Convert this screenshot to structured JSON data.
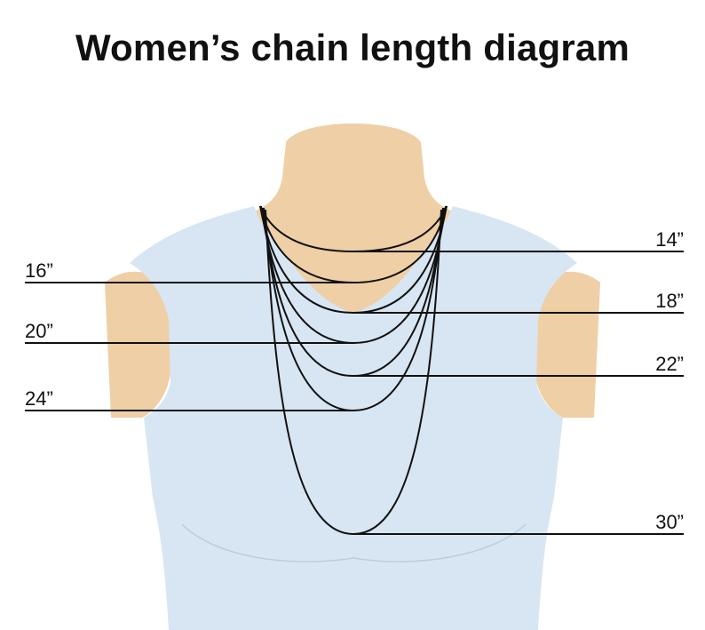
{
  "title": "Women’s chain length diagram",
  "colors": {
    "skin": "#efcfa5",
    "skin_shadow": "#dfb886",
    "shirt": "#d8e6f3",
    "shirt_shadow": "#c3d6e8",
    "chain": "#111111",
    "text": "#111111",
    "background": "#ffffff"
  },
  "chains": [
    {
      "label": "14”",
      "side": "right"
    },
    {
      "label": "16”",
      "side": "left"
    },
    {
      "label": "18”",
      "side": "right"
    },
    {
      "label": "20”",
      "side": "left"
    },
    {
      "label": "22”",
      "side": "right"
    },
    {
      "label": "24”",
      "side": "left"
    },
    {
      "label": "30”",
      "side": "right"
    }
  ]
}
